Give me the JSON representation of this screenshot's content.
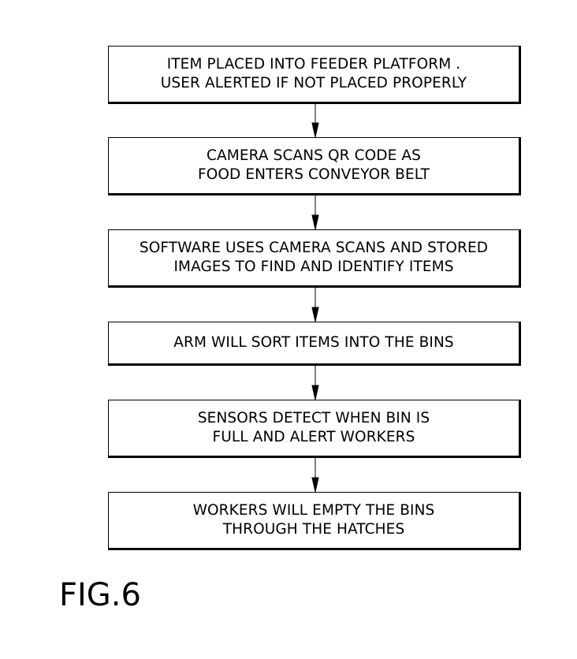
{
  "steps": [
    {
      "lines": [
        "ITEM PLACED INTO FEEDER PLATFORM .",
        "USER ALERTED IF NOT PLACED PROPERLY"
      ]
    },
    {
      "lines": [
        "CAMERA SCANS QR CODE AS",
        "FOOD ENTERS CONVEYOR BELT"
      ]
    },
    {
      "lines": [
        "SOFTWARE USES CAMERA SCANS AND STORED",
        "IMAGES TO FIND AND IDENTIFY ITEMS"
      ]
    },
    {
      "lines": [
        "ARM WILL SORT ITEMS INTO THE BINS"
      ]
    },
    {
      "lines": [
        "SENSORS DETECT WHEN BIN IS",
        "FULL AND ALERT WORKERS"
      ]
    },
    {
      "lines": [
        "WORKERS WILL EMPTY THE BINS",
        "THROUGH THE HATCHES"
      ]
    }
  ],
  "figure_label": "FIG.6"
}
